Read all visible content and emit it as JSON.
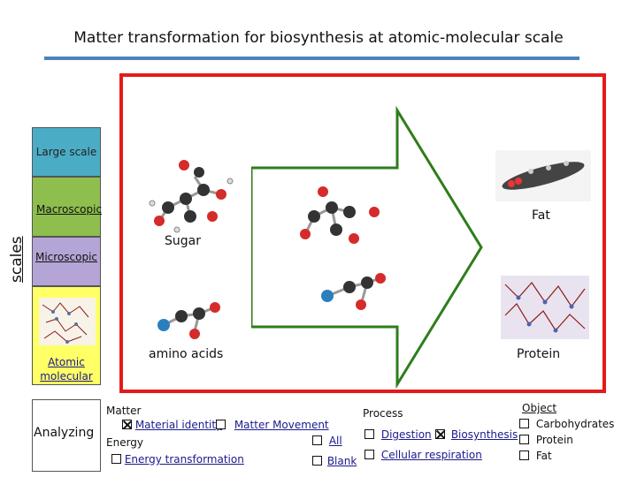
{
  "title": "Matter transformation for biosynthesis at atomic-molecular scale",
  "scales": {
    "axis_label": "scales",
    "large": "Large scale",
    "macroscopic": "Macroscopic",
    "microscopic": "Microscopic",
    "atomic_line1": "Atomic",
    "atomic_line2": "molecular"
  },
  "molecules": {
    "sugar": "Sugar",
    "fat": "Fat",
    "amino_acids": "amino acids",
    "protein": "Protein"
  },
  "analyzing": {
    "label": "Analyzing",
    "matter_header": "Matter",
    "material_identity": "Material identity",
    "matter_movement": "Matter Movement",
    "energy_header": "Energy",
    "energy_transformation": "Energy transformation",
    "all": "All",
    "blank": "Blank",
    "process_header": "Process",
    "digestion": "Digestion",
    "biosynthesis": "Biosynthesis",
    "cellular_respiration": "Cellular respiration",
    "object_header": "Object",
    "carbohydrates": "Carbohydrates",
    "protein": "Protein",
    "fat": "Fat"
  },
  "colors": {
    "frame": "#e41b1b",
    "arrow_outline": "#2e7d1a",
    "title_rule": "#4f81bd"
  }
}
